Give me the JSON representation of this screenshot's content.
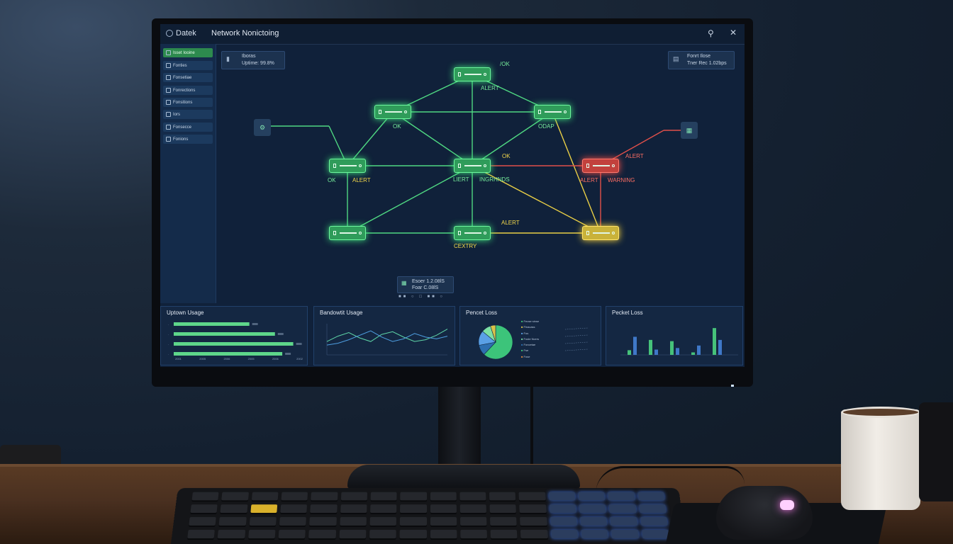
{
  "window": {
    "app_name": "Datek",
    "title": "Network Nonictoing"
  },
  "sidebar": {
    "items": [
      {
        "label": "Isset Iooine",
        "active": true
      },
      {
        "label": "Fonties",
        "active": false
      },
      {
        "label": "Fonsetiae",
        "active": false
      },
      {
        "label": "Fonrections",
        "active": false
      },
      {
        "label": "Fonsitions",
        "active": false
      },
      {
        "label": "Iors",
        "active": false
      },
      {
        "label": "Fonsecce",
        "active": false
      },
      {
        "label": "Fonions",
        "active": false
      }
    ]
  },
  "overlays": {
    "top_left": {
      "line1": "Iboras",
      "line2": "Uptime: 99.8%"
    },
    "top_right": {
      "line1": "Fonrt Ilose",
      "line2": "Tner Rec 1.02bps"
    },
    "bottom": {
      "line1": "Esoer 1.2.08lS",
      "line2": "Foar C.08lS"
    }
  },
  "network": {
    "labels": {
      "top_ok": "/OK",
      "top_alert": "ALERT",
      "left_mid_ok": "OK",
      "right_mid": "ODAP",
      "center_ok": "OK",
      "left_ok": "OK",
      "left_alert": "ALERT",
      "center_a": "LIERT",
      "center_b": "INGRHNDS",
      "red_alert_top": "ALERT",
      "red_alert": "ALERT",
      "warning": "WARNING",
      "bottom_alert": "ALERT",
      "bottom_node": "CEXTRY"
    },
    "colors": {
      "ok": "#6df59e",
      "alert": "#f3d84b",
      "warning": "#ff6e63"
    }
  },
  "panels": {
    "uptime": {
      "title": "Uptown Usage",
      "bars": [
        0.62,
        0.83,
        0.98,
        0.89
      ],
      "tick_labels": [
        "2001",
        "2005",
        "2006",
        "2005",
        "2006",
        "2002"
      ]
    },
    "bandwidth": {
      "title": "Bandowtit Usage",
      "series_a": [
        30,
        42,
        50,
        38,
        30,
        46,
        52,
        40,
        30,
        34,
        44,
        58
      ],
      "series_b": [
        22,
        26,
        34,
        44,
        54,
        40,
        30,
        36,
        48,
        40,
        36,
        42
      ]
    },
    "packet_loss_pie": {
      "title": "Pencet Loss",
      "slices": [
        0.62,
        0.1,
        0.14,
        0.09,
        0.05
      ],
      "slice_colors": [
        "#3cc47a",
        "#2d6fb0",
        "#5aa0e6",
        "#7ce0a4",
        "#d9c24a"
      ],
      "legend": [
        "Feose sinse",
        "Finacass",
        "Fos",
        "Foste Ncers",
        "Foncetae",
        "Fse",
        "Fose"
      ],
      "legend_colors": [
        "#3cc47a",
        "#d9c24a",
        "#5aa0e6",
        "#7ce0a4",
        "#2d6fb0",
        "#3cc47a",
        "#e08b3c"
      ]
    },
    "packet_loss_bar": {
      "title": "Pecket Loss",
      "groups": [
        {
          "a": 0.15,
          "b": 0.58
        },
        {
          "a": 0.48,
          "b": 0.17
        },
        {
          "a": 0.44,
          "b": 0.22
        },
        {
          "a": 0.08,
          "b": 0.3
        },
        {
          "a": 0.86,
          "b": 0.48
        }
      ]
    }
  }
}
